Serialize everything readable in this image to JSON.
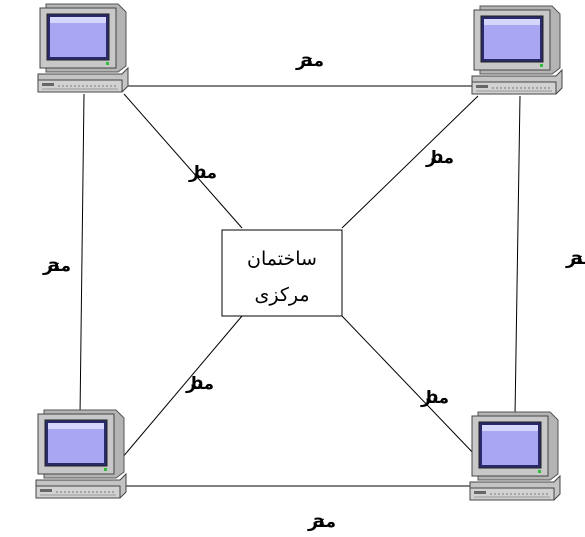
{
  "central_building": {
    "line1": "ساختمان",
    "line2": "مرکزی"
  },
  "labels": {
    "top": {
      "var": "a",
      "unit": "متر"
    },
    "bottom": {
      "var": "a",
      "unit": "متر"
    },
    "left": {
      "var": "a",
      "unit": "متر"
    },
    "right": {
      "var": "a",
      "unit": "متر"
    },
    "diag_tl": {
      "var": "b",
      "unit": "متر"
    },
    "diag_tr": {
      "var": "b",
      "unit": "متر"
    },
    "diag_bl": {
      "var": "b",
      "unit": "متر"
    },
    "diag_br": {
      "var": "b",
      "unit": "متر"
    }
  },
  "computers": [
    "computer-top-left",
    "computer-top-right",
    "computer-bottom-left",
    "computer-bottom-right"
  ]
}
